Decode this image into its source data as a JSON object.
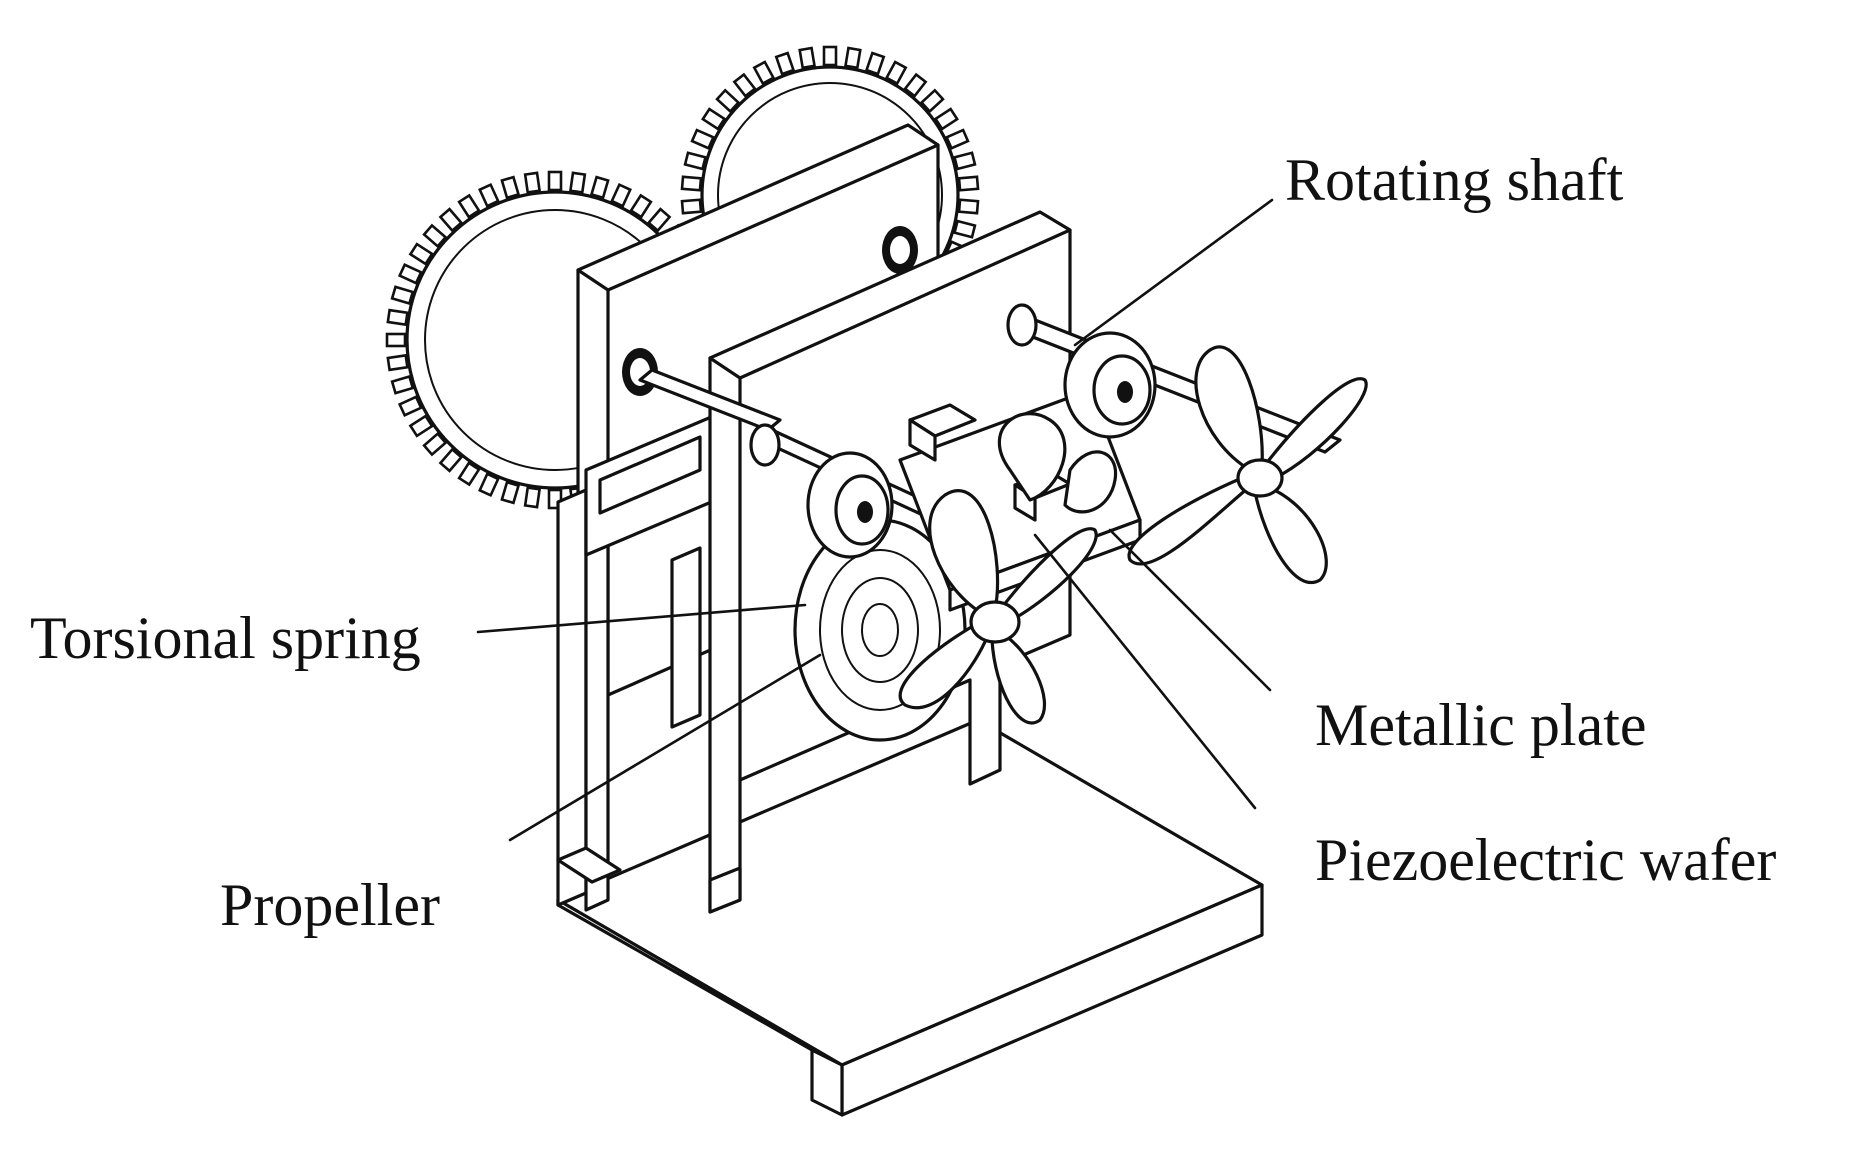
{
  "diagram": {
    "labels": {
      "rotating_shaft": "Rotating shaft",
      "torsional_spring": "Torsional spring",
      "metallic_plate": "Metallic plate",
      "propeller": "Propeller",
      "piezoelectric_wafer": "Piezoelectric wafer"
    }
  }
}
